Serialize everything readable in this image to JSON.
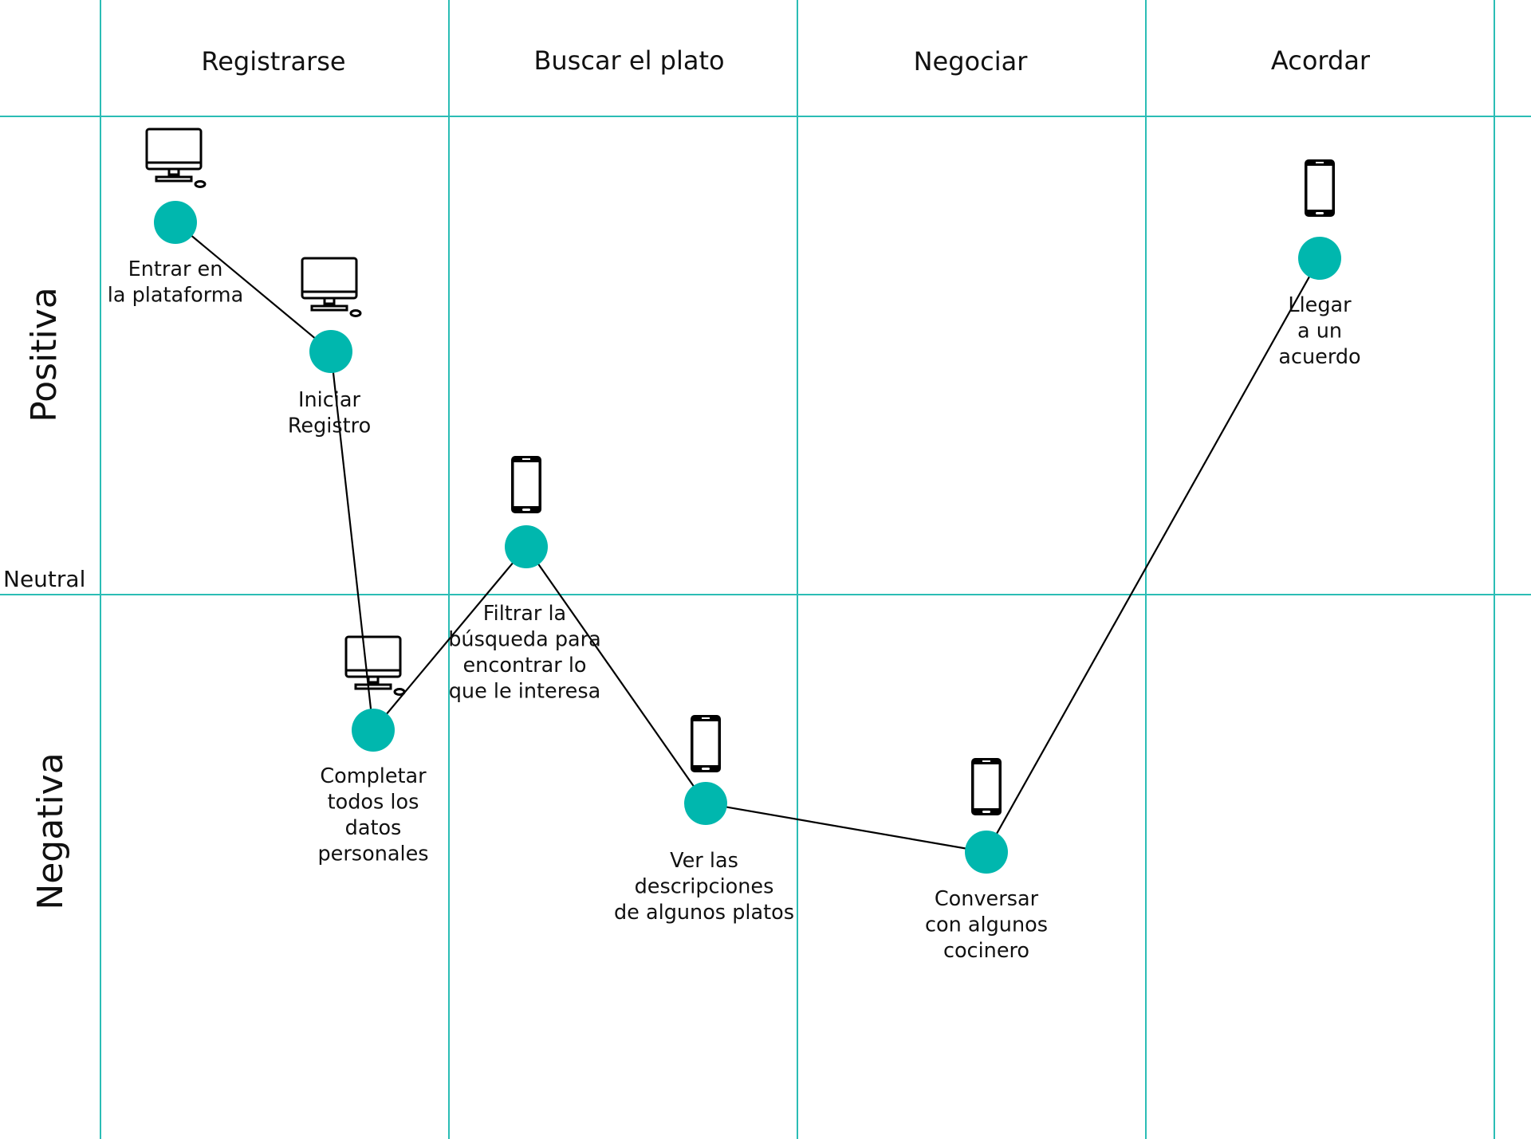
{
  "colors": {
    "grid": "#2bbdb5",
    "node": "#00b7ae",
    "line": "#000000",
    "text": "#111111"
  },
  "stages": [
    "Registrarse",
    "Buscar el plato",
    "Negociar",
    "Acordar"
  ],
  "rows": {
    "positive": "Positiva",
    "neutral": "Neutral",
    "negative": "Negativa"
  },
  "steps": [
    {
      "device": "desktop-icon",
      "label_lines": [
        "Entrar en",
        "la plataforma"
      ]
    },
    {
      "device": "desktop-icon",
      "label_lines": [
        "Iniciar",
        "Registro"
      ]
    },
    {
      "device": "desktop-icon",
      "label_lines": [
        "Completar",
        "todos los",
        "datos",
        "personales"
      ]
    },
    {
      "device": "smartphone-icon",
      "label_lines": [
        "Filtrar la",
        "búsqueda para",
        "encontrar lo",
        "que le interesa"
      ]
    },
    {
      "device": "smartphone-icon",
      "label_lines": [
        "Ver las",
        "descripciones",
        "de algunos platos"
      ]
    },
    {
      "device": "smartphone-icon",
      "label_lines": [
        "Conversar",
        "con algunos",
        "cocinero"
      ]
    },
    {
      "device": "smartphone-icon",
      "label_lines": [
        "Llegar",
        "a un",
        "acuerdo"
      ]
    }
  ]
}
